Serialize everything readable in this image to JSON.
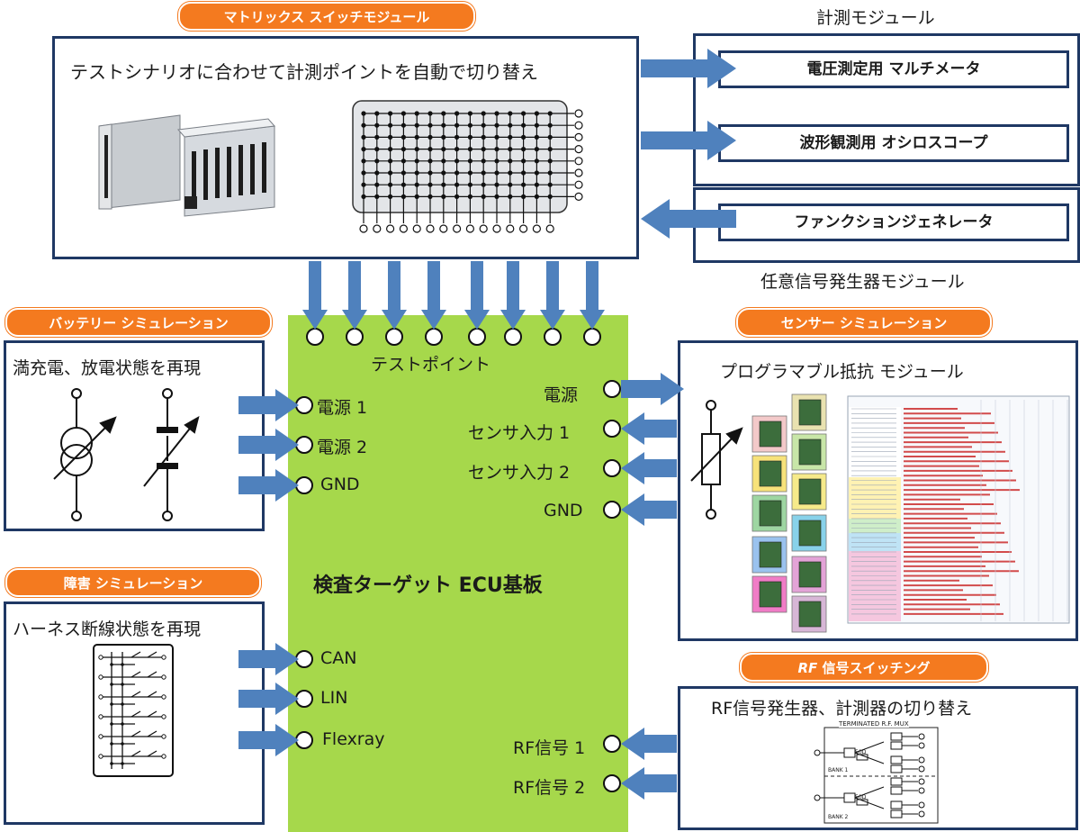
{
  "matrix": {
    "pill": "マトリックス スイッチモジュール",
    "caption": "テストシナリオに合わせて計測ポイントを自動で切り替え"
  },
  "measure": {
    "title": "計測モジュール",
    "items": [
      "電圧測定用 マルチメータ",
      "波形観測用 オシロスコープ"
    ]
  },
  "generator": {
    "item": "ファンクションジェネレータ",
    "title": "任意信号発生器モジュール"
  },
  "battery": {
    "pill": "バッテリー シミュレーション",
    "caption": "満充電、放電状態を再現"
  },
  "fault": {
    "pill": "障害 シミュレーション",
    "caption": "ハーネス断線状態を再現"
  },
  "sensor": {
    "pill": "センサー シミュレーション",
    "caption": "プログラマブル抵抗 モジュール"
  },
  "rf": {
    "pill_italic": "RF",
    "pill": " 信号スイッチング",
    "caption": "RF信号発生器、計測器の切り替え",
    "mux_title": "TERMINATED R.F. MUX",
    "bank1": "BANK 1",
    "bank2": "BANK 2",
    "ohm": "50Ω"
  },
  "ecu": {
    "title": "検査ターゲット ECU基板",
    "testpoint": "テストポイント",
    "left_pins": [
      "電源 1",
      "電源 2",
      "GND",
      "CAN",
      "LIN",
      "Flexray"
    ],
    "right_pins": [
      "電源",
      "センサ入力 1",
      "センサ入力 2",
      "GND",
      "RF信号 1",
      "RF信号 2"
    ]
  },
  "colors": {
    "arrow": "#4f81bd",
    "pill": "#f47a1f",
    "ecu": "#a6d84b",
    "border": "#1f3864"
  }
}
